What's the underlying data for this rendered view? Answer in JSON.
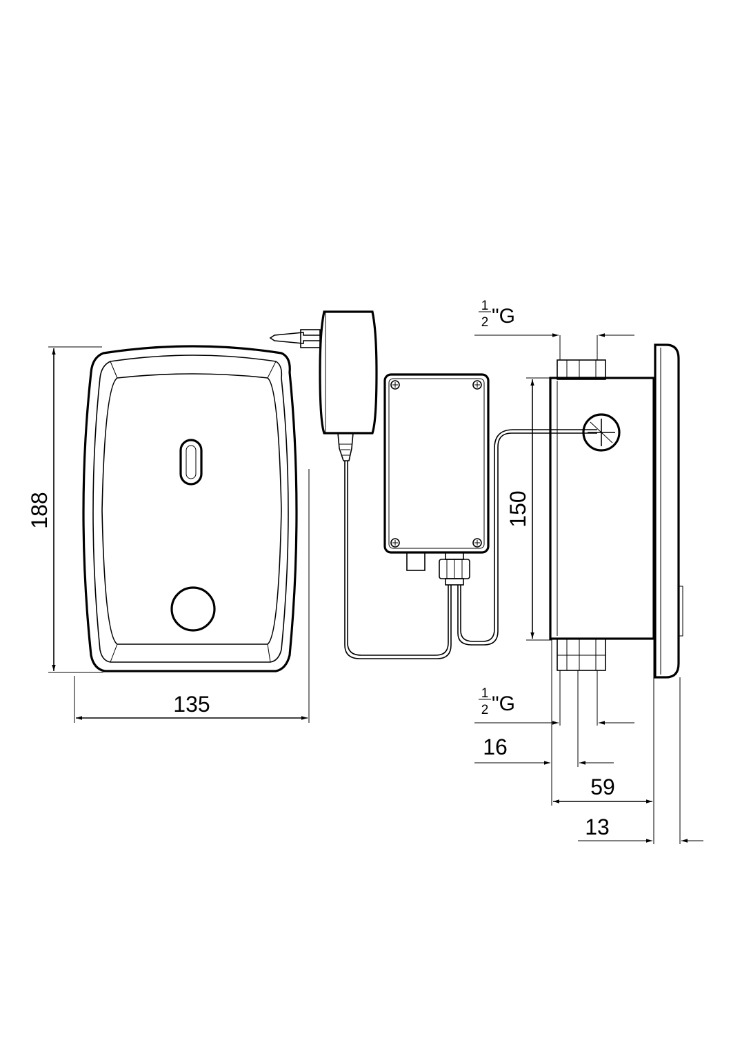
{
  "dimensions": {
    "height_front": "188",
    "width_front": "135",
    "height_box": "150",
    "inlet_top": {
      "numerator": "1",
      "denominator": "2",
      "suffix": "\"G"
    },
    "inlet_bottom": {
      "numerator": "1",
      "denominator": "2",
      "suffix": "\"G"
    },
    "d16": "16",
    "d59": "59",
    "d13": "13"
  },
  "colors": {
    "line": "#000000",
    "background": "#ffffff"
  }
}
